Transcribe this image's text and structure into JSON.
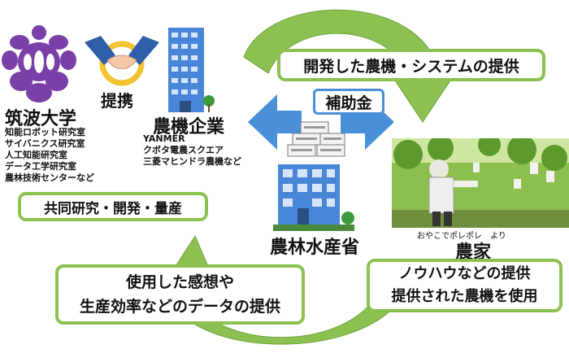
{
  "university": {
    "name": "筑波大学",
    "labs": [
      "知能ロボット研究室",
      "サイバニクス研究室",
      "人工知能研究室",
      "データ工学研究室",
      "農林技術センターなど"
    ]
  },
  "partnership_label": "提携",
  "company": {
    "name": "農機企業",
    "members": [
      "YANMER",
      "クボタ電農スクエア",
      "三菱マヒンドラ農機など"
    ]
  },
  "box_research": "共同研究・開発・量産",
  "box_provide_system": "開発した農機・システムの提供",
  "box_subsidy": "補助金",
  "ministry_label": "農林水産省",
  "farmer": {
    "caption": "おやこでポレポレ　より",
    "name": "農家"
  },
  "box_farmer_lines": [
    "ノウハウなどの提供",
    "提供された農機を使用"
  ],
  "box_feedback_lines": [
    "使用した感想や",
    "生産効率などのデータの提供"
  ],
  "colors": {
    "accent_green": "#8cc152",
    "arrow_blue": "#4a90d9",
    "emblem_purple": "#7b3fa8"
  }
}
